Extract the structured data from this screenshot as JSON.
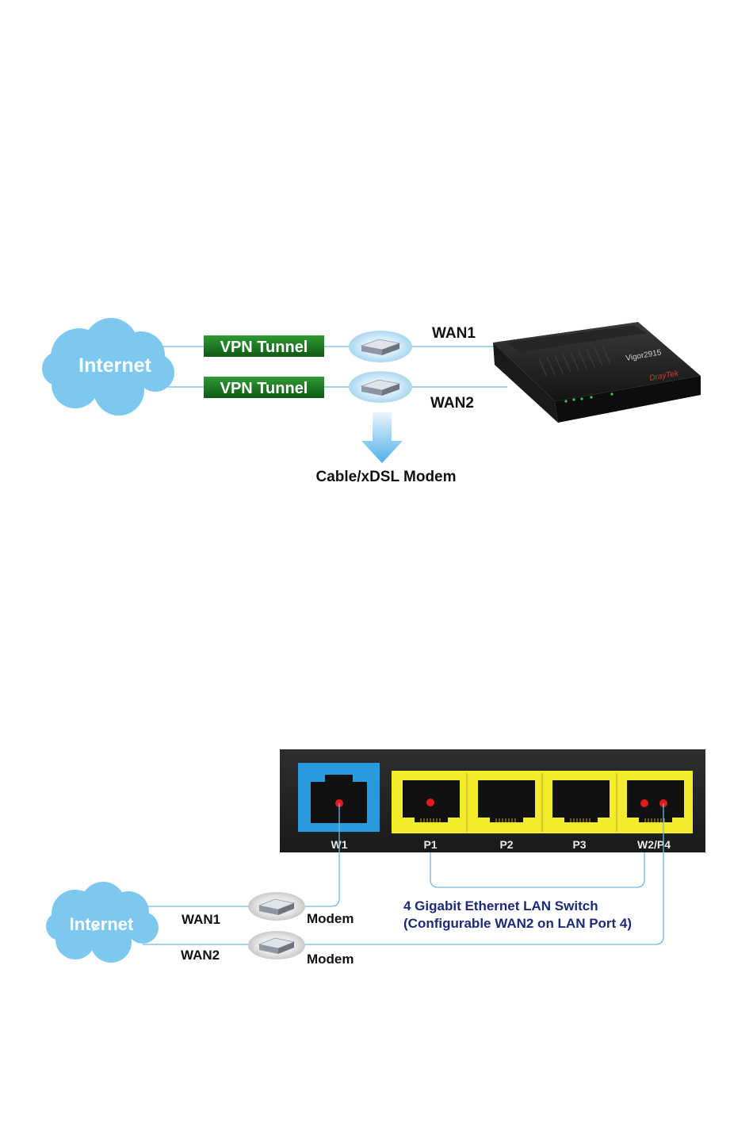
{
  "diagram1": {
    "cloud_label": "Internet",
    "tunnel1_label": "VPN Tunnel",
    "tunnel2_label": "VPN Tunnel",
    "wan1_label": "WAN1",
    "wan2_label": "WAN2",
    "modem_caption": "Cable/xDSL Modem",
    "router_model_text": "Vigor2915",
    "router_brand_text": "DrayTek"
  },
  "diagram2": {
    "cloud_label": "Internet",
    "wan1_label": "WAN1",
    "wan2_label": "WAN2",
    "modem1_label": "Modem",
    "modem2_label": "Modem",
    "ports": [
      "W1",
      "P1",
      "P2",
      "P3",
      "W2/P4"
    ],
    "switch_caption_line1": "4 Gigabit Ethernet LAN Switch",
    "switch_caption_line2": "(Configurable WAN2 on LAN Port 4)"
  },
  "colors": {
    "cloud": "#7cc8ee",
    "tunnel_green": "#1b7a22",
    "line_blue": "#6fb7e0",
    "port_yellow": "#f3ec2c",
    "wan_port_blue": "#2a9ae0",
    "panel_dark": "#252525",
    "caption_navy": "#1c2a78"
  }
}
